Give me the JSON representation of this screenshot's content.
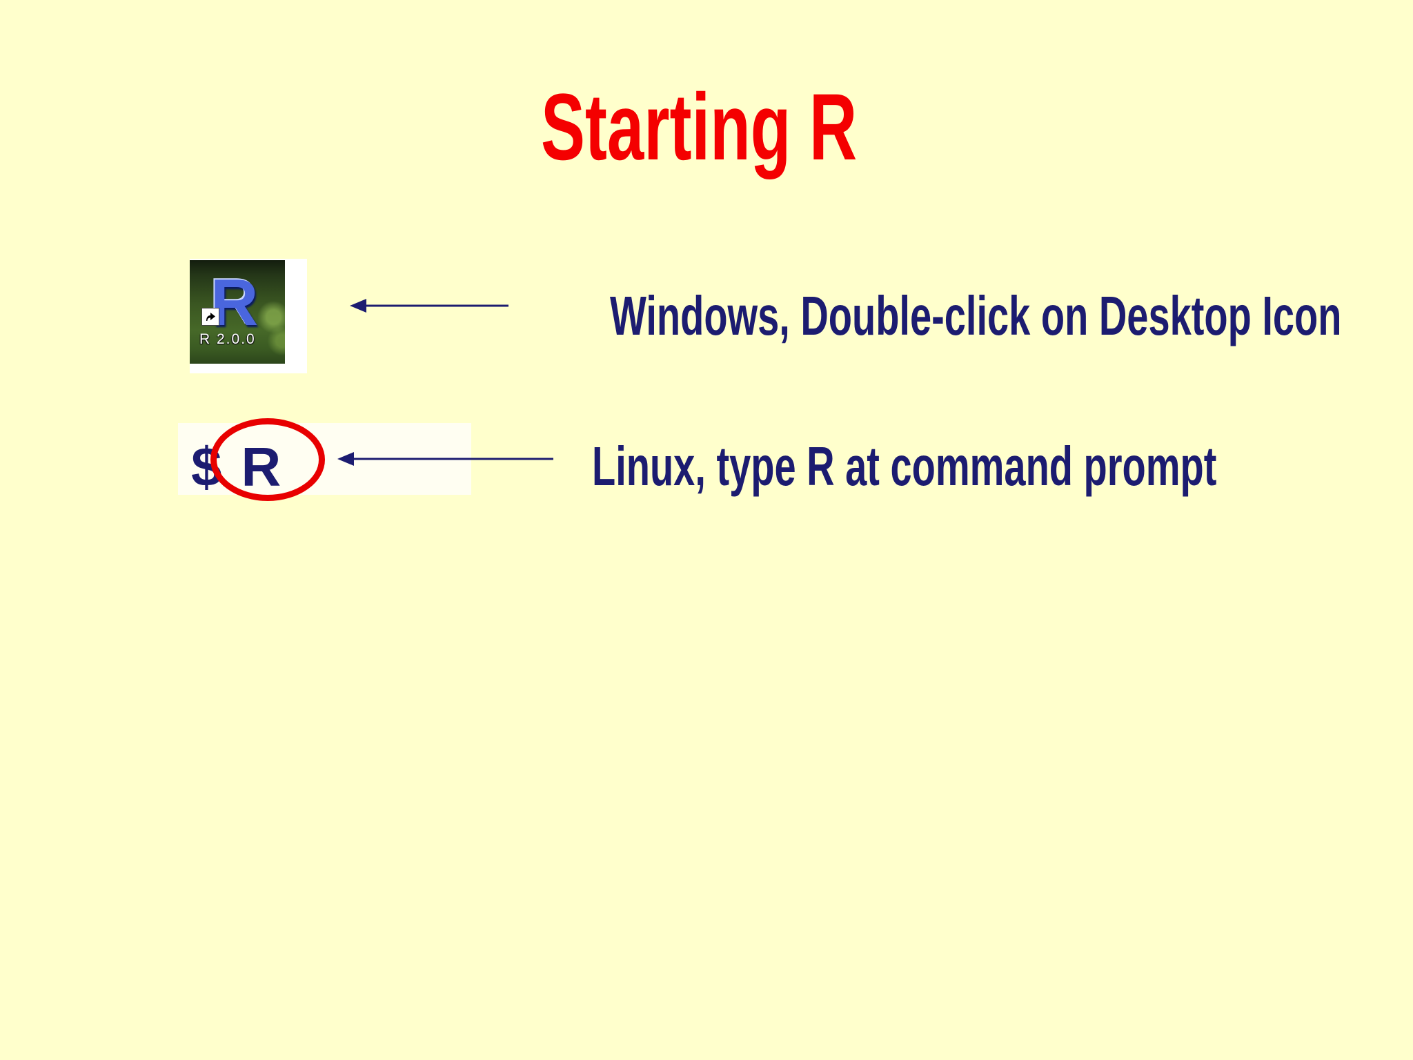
{
  "slide": {
    "title": "Starting R",
    "windows": {
      "caption": "Windows, Double-click on Desktop Icon",
      "icon": {
        "letter": "R",
        "label": "R 2.0.0"
      }
    },
    "linux": {
      "caption": "Linux, type R at command prompt",
      "prompt": "$",
      "command": "R"
    },
    "colors": {
      "background": "#FFFFCC",
      "title_red": "#F40000",
      "text_navy": "#1C1C70",
      "arrow_navy": "#1C1C70",
      "ellipse_red": "#E80000",
      "highlight_box": "#FFFEF2",
      "icon_letter_blue": "#4A66DE",
      "icon_photo_green": "#3A5621"
    }
  }
}
